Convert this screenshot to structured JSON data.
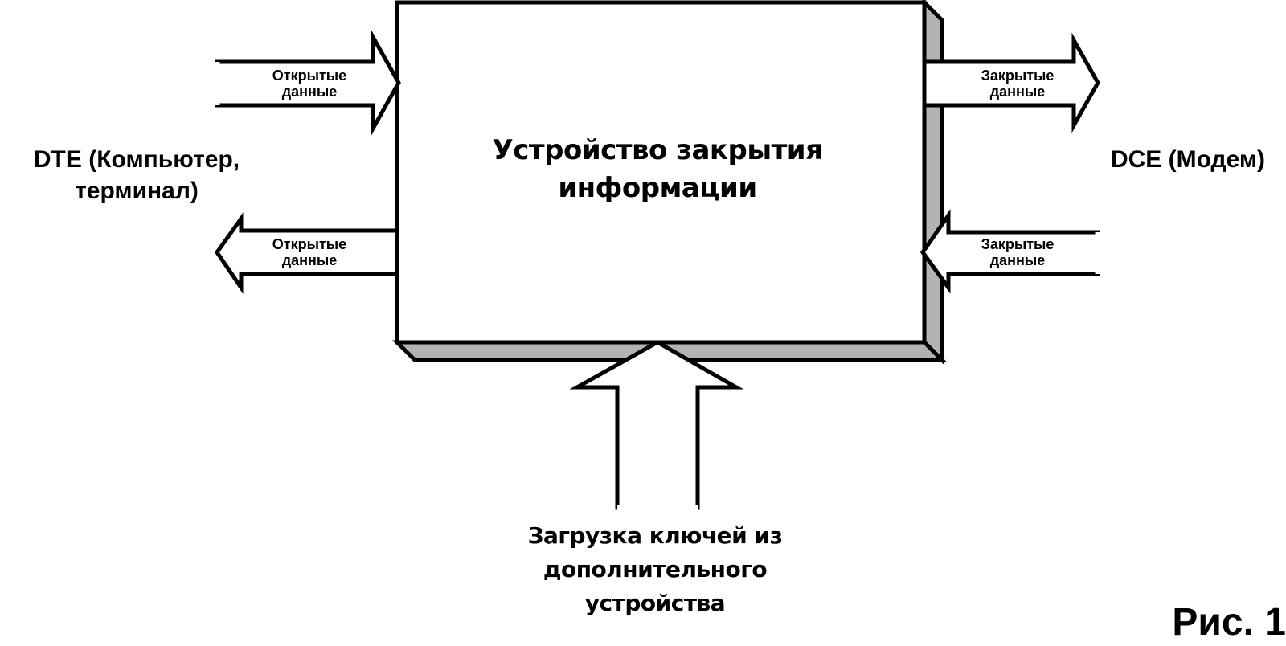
{
  "diagram": {
    "main_block": {
      "label_line1": "Устройство закрытия",
      "label_line2": "информации",
      "shadow_color": "#b3b3b3"
    },
    "left_endpoint": {
      "line1": "DTE (Компьютер,",
      "line2": "терминал)"
    },
    "right_endpoint": {
      "line1": "DCE (Модем)"
    },
    "arrows": {
      "left_in": {
        "line1": "Открытые",
        "line2": "данные",
        "direction": "right"
      },
      "left_out": {
        "line1": "Открытые",
        "line2": "данные",
        "direction": "left"
      },
      "right_out": {
        "line1": "Закрытые",
        "line2": "данные",
        "direction": "right"
      },
      "right_in": {
        "line1": "Закрытые",
        "line2": "данные",
        "direction": "left"
      },
      "key_load": {
        "direction": "up"
      }
    },
    "key_source": {
      "line1": "Загрузка ключей из",
      "line2": "дополнительного",
      "line3": "устройства"
    },
    "figure_caption": "Рис. 1"
  }
}
